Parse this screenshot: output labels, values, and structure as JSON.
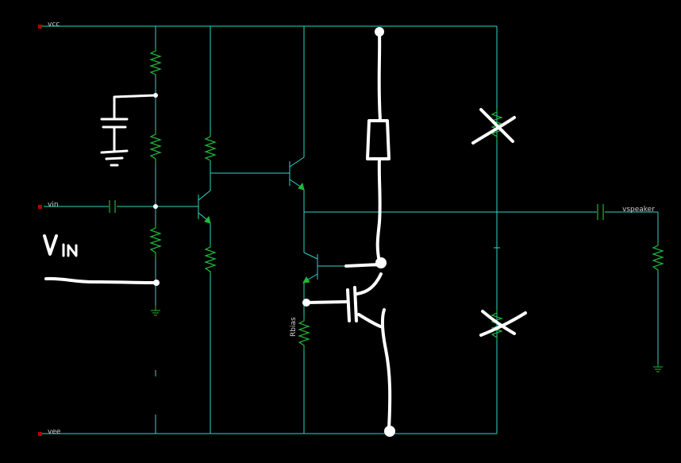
{
  "labels": {
    "vcc": "vcc",
    "vin": "vin",
    "vee": "vee",
    "vspeaker": "vspeaker",
    "rbias": "Rbias"
  },
  "colors": {
    "background": "#000000",
    "wire": "#2fd6c6",
    "component": "#1fb83a",
    "pin": "#b80000",
    "handwriting": "#ffffff"
  },
  "annotation": {
    "handwritten_label": "V_IN"
  }
}
